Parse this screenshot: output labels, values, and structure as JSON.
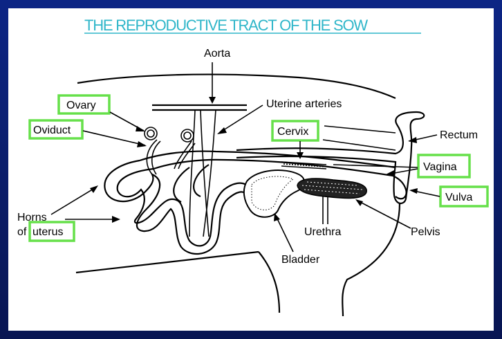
{
  "title": "THE REPRODUCTIVE TRACT OF THE SOW",
  "labels": {
    "aorta": "Aorta",
    "uterine_arteries": "Uterine arteries",
    "ovary": "Ovary",
    "oviduct": "Oviduct",
    "cervix": "Cervix",
    "rectum": "Rectum",
    "vagina": "Vagina",
    "vulva": "Vulva",
    "horns_line1": "Horns",
    "horns_of": "of",
    "horns_uterus": "uterus",
    "urethra": "Urethra",
    "pelvis": "Pelvis",
    "bladder": "Bladder"
  },
  "colors": {
    "background": "#0a1f6e",
    "title": "#2fb6c9",
    "highlight_box": "#66e04a"
  }
}
